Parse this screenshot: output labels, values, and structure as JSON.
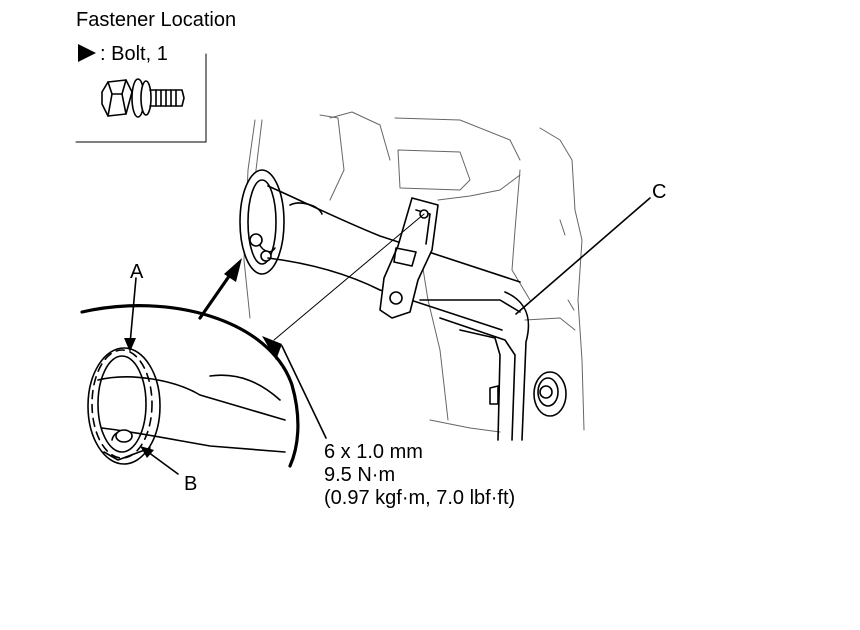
{
  "legend": {
    "title": "Fastener Location",
    "symbol_label": ": Bolt, 1"
  },
  "callouts": {
    "a": "A",
    "b": "B",
    "c": "C"
  },
  "spec": {
    "size": "6 x 1.0 mm",
    "torque_nm": "9.5 N·m",
    "torque_alt": "(0.97 kgf·m, 7.0 lbf·ft)"
  }
}
